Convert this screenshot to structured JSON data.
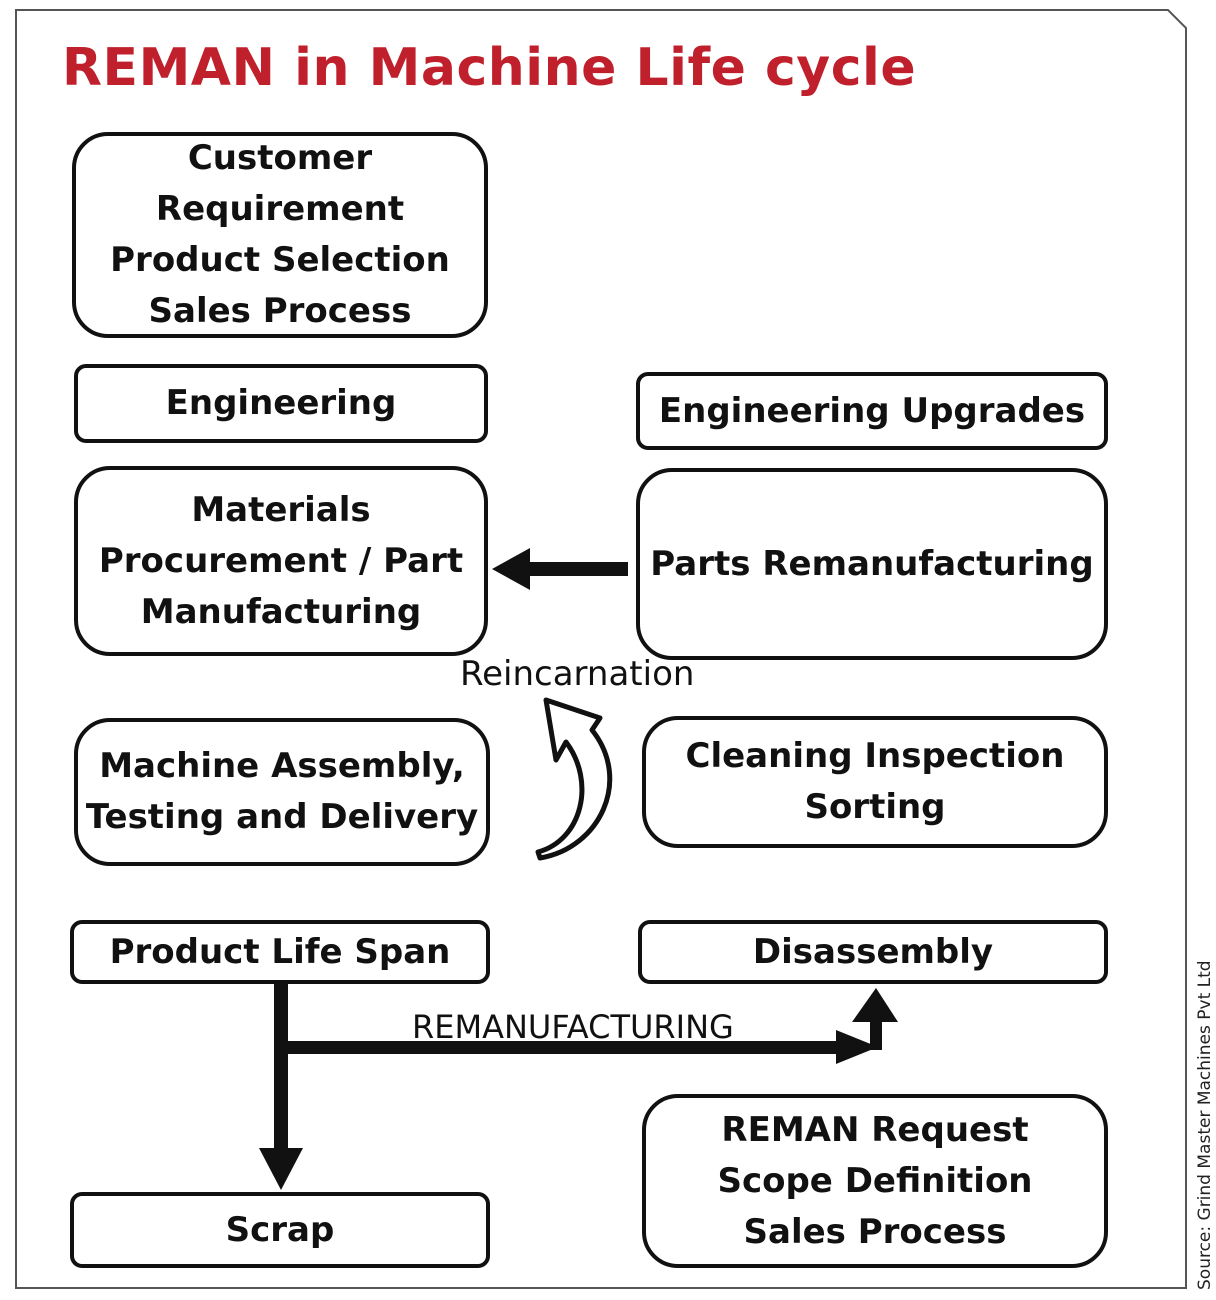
{
  "title": "REMAN in Machine Life cycle",
  "colors": {
    "title": "#c0202b",
    "border": "#111111",
    "frame": "#555555"
  },
  "boxes": {
    "customer": {
      "line1": "Customer",
      "line2": "Requirement",
      "line3": "Product Selection",
      "line4": "Sales Process"
    },
    "engineering": "Engineering",
    "materials": {
      "line1": "Materials",
      "line2": "Procurement / Part",
      "line3": "Manufacturing"
    },
    "assembly": {
      "line1": "Machine Assembly,",
      "line2": "Testing and Delivery"
    },
    "lifespan": "Product Life Span",
    "scrap": "Scrap",
    "upgrades": "Engineering Upgrades",
    "parts_reman": "Parts Remanufacturing",
    "cleaning": {
      "line1": "Cleaning Inspection",
      "line2": "Sorting"
    },
    "disassembly": "Disassembly",
    "reman_request": {
      "line1": "REMAN Request",
      "line2": "Scope Definition",
      "line3": "Sales Process"
    }
  },
  "labels": {
    "reincarnation": "Reincarnation",
    "remanufacturing": "REMANUFACTURING"
  },
  "source": "Source: Grind Master Machines Pvt Ltd"
}
